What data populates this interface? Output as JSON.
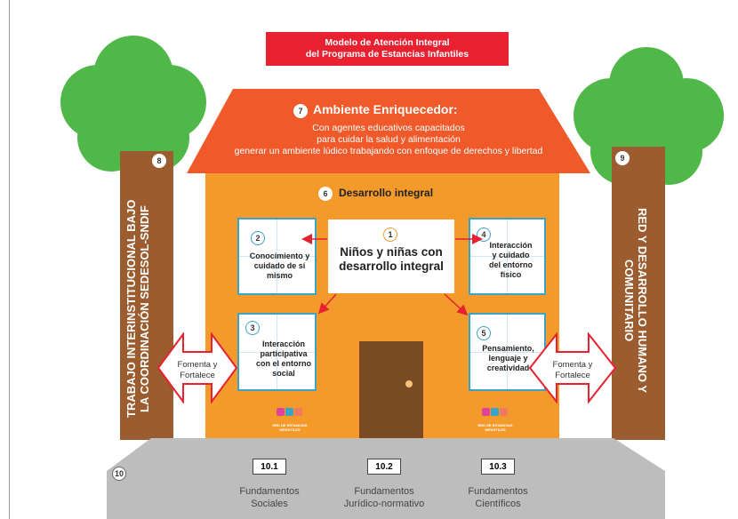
{
  "title": {
    "line1": "Modelo de Atención Integral",
    "line2": "del Programa de Estancias Infantiles"
  },
  "roof": {
    "number": "7",
    "heading": "Ambiente Enriquecedor:",
    "line1": "Con agentes educativos capacitados",
    "line2": "para cuidar la salud y alimentación",
    "line3": "generar un ambiente lúdico trabajando con enfoque de derechos y libertad"
  },
  "house": {
    "number": "6",
    "heading": "Desarrollo integral"
  },
  "center": {
    "number": "1",
    "line1": "Niños y niñas con",
    "line2": "desarrollo integral"
  },
  "boxes": [
    {
      "number": "2",
      "text": "Conocimiento y cuidado de sí mismo"
    },
    {
      "number": "4",
      "text": "Interacción y cuidado del entorno físico"
    },
    {
      "number": "3",
      "text": "Interacción participativa con el entorno social"
    },
    {
      "number": "5",
      "text": "Pensamiento, lenguaje y creatividad"
    }
  ],
  "left_tree": {
    "number": "8",
    "line1": "TRABAJO INTERINSTITUCIONAL BAJO",
    "line2": "LA COORDINACIÓN SEDESOL-SNDIF"
  },
  "right_tree": {
    "number": "9",
    "text": "RED Y DESARROLLO HUMANO Y COMUNITARIO"
  },
  "arrows": {
    "left": {
      "line1": "Fomenta y",
      "line2": "Fortalece"
    },
    "right": {
      "line1": "Fomenta y",
      "line2": "Fortalece"
    }
  },
  "logo_text": "RED DE ESTANCIAS INFANTILES",
  "foundation": {
    "number": "10",
    "items": [
      {
        "code": "10.1",
        "line1": "Fundamentos",
        "line2": "Sociales"
      },
      {
        "code": "10.2",
        "line1": "Fundamentos",
        "line2": "Jurídico-normativo"
      },
      {
        "code": "10.3",
        "line1": "Fundamentos",
        "line2": "Científicos"
      }
    ]
  },
  "colors": {
    "red": "#e8202f",
    "orange": "#f39a2a",
    "roof": "#f05a2a",
    "brown": "#9b5d2f",
    "green": "#4fb848",
    "blue": "#3aa3c8",
    "gray": "#bdbdbd"
  }
}
